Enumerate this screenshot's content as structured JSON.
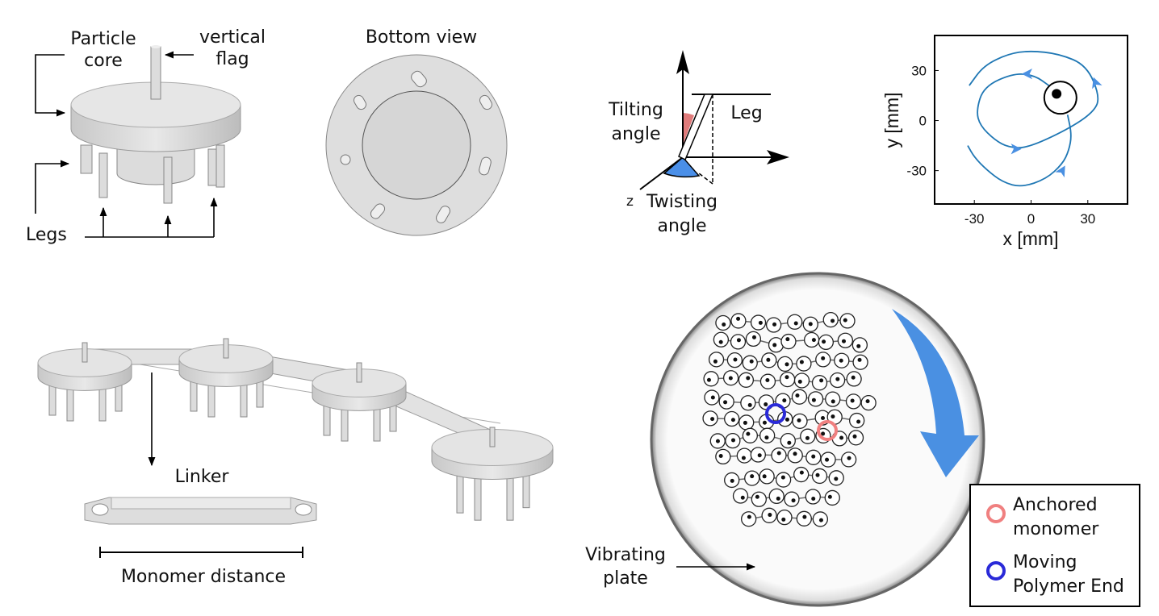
{
  "labels": {
    "particle_core": [
      "Particle",
      "core"
    ],
    "vertical_flag": [
      "vertical",
      "flag"
    ],
    "legs": "Legs",
    "bottom_view": "Bottom view",
    "tilting_angle": [
      "Tilting",
      "angle"
    ],
    "leg": "Leg",
    "z_axis": "z",
    "twisting_angle": [
      "Twisting",
      "angle"
    ],
    "linker": "Linker",
    "monomer_distance": "Monomer distance",
    "vibrating_plate": [
      "Vibrating",
      "plate"
    ]
  },
  "legend": {
    "anchored": [
      "Anchored",
      "monomer"
    ],
    "moving": [
      "Moving",
      "Polymer End"
    ]
  },
  "colors": {
    "trajectory": "#1f77b4",
    "arrow": "#4a90e2",
    "anchored": "#f08080",
    "moving": "#2a2ad8",
    "tilt": "#e07b7b",
    "twist": "#4a8fe8"
  },
  "chart_data": {
    "type": "line",
    "xlabel": "x [mm]",
    "ylabel": "y [mm]",
    "xlim": [
      -51,
      51
    ],
    "ylim": [
      -50,
      51
    ],
    "xticks": [
      -30,
      0,
      30
    ],
    "yticks": [
      30,
      0,
      -30
    ],
    "series": [
      {
        "name": "trajectory",
        "x": [
          -32.7,
          -25,
          -12,
          -0.6,
          15,
          29.5,
          36.5,
          33,
          19.3,
          -2,
          -12,
          -19,
          -27,
          -29,
          -25,
          -9,
          2,
          9.4
        ],
        "y": [
          21,
          33,
          40,
          41.9,
          40,
          33,
          14,
          5,
          -5.3,
          -16.5,
          -16,
          -11.8,
          -3,
          6,
          20.4,
          28.5,
          27,
          21
        ]
      },
      {
        "name": "trajectory2",
        "x": [
          19.3,
          21.5,
          20,
          16.6,
          8,
          -4.9,
          -15,
          -23.5,
          -30,
          -33.5
        ],
        "y": [
          3.5,
          -8.5,
          -18,
          -26,
          -35,
          -40,
          -37,
          -29.5,
          -22,
          -15
        ]
      }
    ],
    "marker": {
      "x": 15.5,
      "y": 13.7,
      "radius": 8.6
    },
    "dot": {
      "x": 13.5,
      "y": 16
    }
  }
}
